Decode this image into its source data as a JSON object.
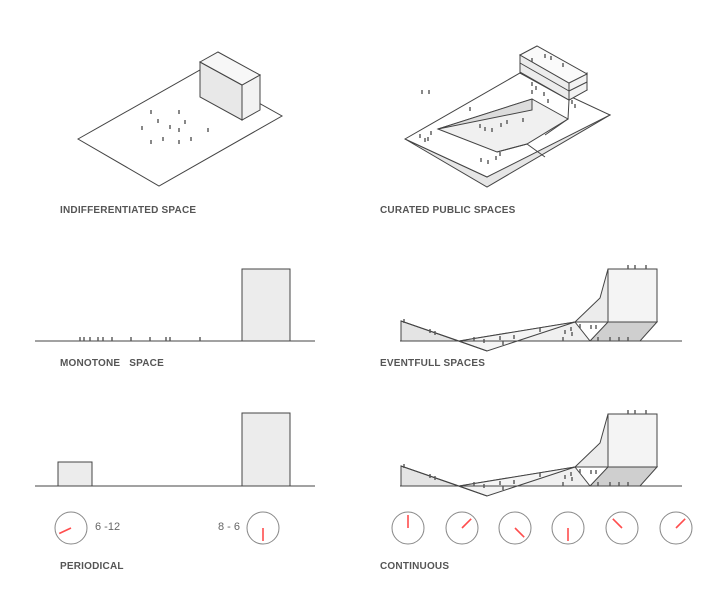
{
  "labels": {
    "indifferentiated": "INDIFFERENTIATED SPACE",
    "curated": "CURATED PUBLIC SPACES",
    "monotone": "MONOTONE   SPACE",
    "eventfull": "EVENTFULL SPACES",
    "periodical": "PERIODICAL",
    "continuous": "CONTINUOUS"
  },
  "periodical_clocks": [
    {
      "label": "6 -12",
      "hand_angle_deg": 245
    },
    {
      "label": "8 - 6",
      "hand_angle_deg": 180
    }
  ],
  "continuous_clocks": [
    0,
    45,
    135,
    180,
    315,
    45
  ],
  "colors": {
    "line": "#444444",
    "hand": "#ff4d4d",
    "fill_light": "#ececec",
    "fill_mid": "#dcdcdc",
    "fill_dark": "#c8c8c8"
  }
}
